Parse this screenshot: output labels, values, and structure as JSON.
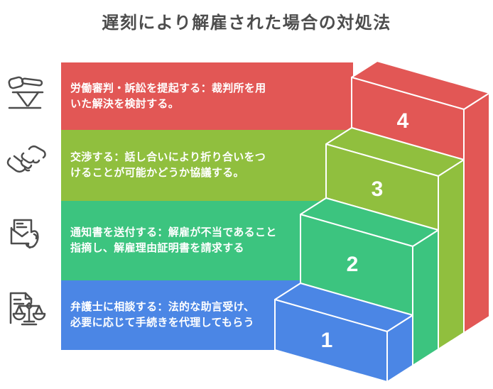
{
  "title": "遅刻により解雇された場合の対処法",
  "colors": {
    "background": "#ffffff",
    "title_text": "#4d4d4d",
    "icon_stroke": "#4d4d4d",
    "step_outline": "#ffffff",
    "step_number_text": "#ffffff",
    "step1_blue": "#4b86e5",
    "step2_teal": "#3cc47f",
    "step3_green": "#90bf3e",
    "step4_red": "#e25755"
  },
  "bands": [
    {
      "step": "4",
      "icon": "gavel-icon",
      "line1": "労働審判・訴訟を提起する：裁判所を用",
      "line2": "いた解決を検討する。"
    },
    {
      "step": "3",
      "icon": "handshake-icon",
      "line1": "交渉する：話し合いにより折り合いをつ",
      "line2": "けることが可能かどうか協議する。"
    },
    {
      "step": "2",
      "icon": "hand-envelope-icon",
      "line1": "通知書を送付する：解雇が不当であること",
      "line2": "指摘し、解雇理由証明書を請求する"
    },
    {
      "step": "1",
      "icon": "document-scales-icon",
      "line1": "弁護士に相談する：法的な助言受け、",
      "line2": "必要に応じて手続きを代理してもらう"
    }
  ]
}
